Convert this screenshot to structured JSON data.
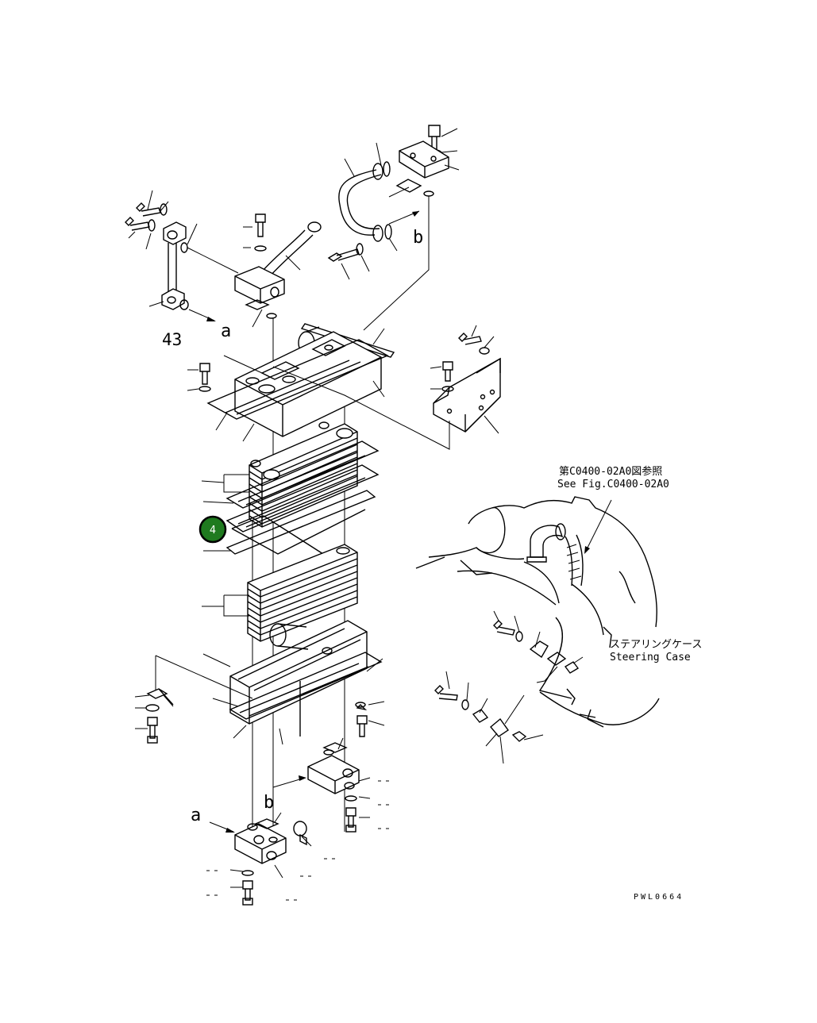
{
  "labels": {
    "ref_43": "43",
    "arrow_a_upper": "a",
    "arrow_a_lower": "a",
    "arrow_b_upper": "b",
    "arrow_b_lower": "b",
    "ref_jp": "第C0400-02A0図参照",
    "ref_en": "See Fig.C0400-02A0",
    "steering_jp": "ステアリングケース",
    "steering_en": "Steering Case",
    "figure_code": "PWL0664"
  },
  "callout": {
    "number": "4",
    "color": "#1f7a1f",
    "border_color": "#000000"
  }
}
